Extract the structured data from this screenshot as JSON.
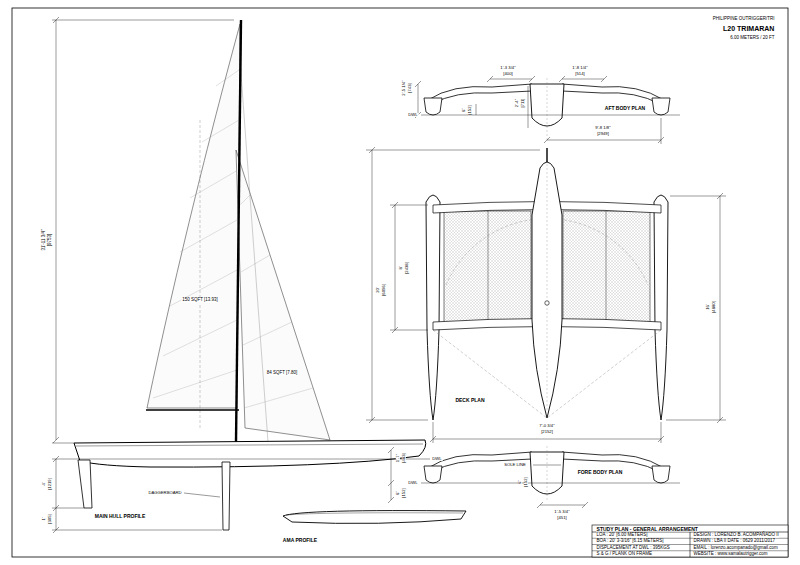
{
  "diagram": {
    "title": "L20 TRIMARAN",
    "labels": [
      "PHILIPPINE OUTRIGGER/TRI",
      "6.00 METERS / 20 FT",
      "AFT BODY PLAN",
      "1'-3 3/4\"",
      "[400]",
      "1'-8 1/4\"",
      "[514]",
      "9'-8 1/8\"",
      "[2949]",
      "2'-5 1/4\"",
      "[743]",
      "2'-4\"",
      "[711]",
      "6\"",
      "[152]",
      "DWL",
      "DECK PLAN",
      "20'",
      "[6096]",
      "8'",
      "[2438]",
      "16'",
      "[4880]",
      "7'-0 3/4\"",
      "[2152]",
      "FORE BODY PLAN",
      "SOLE LINE",
      "DWL",
      "1'-7\"",
      "[483]",
      "6\"",
      "[152]",
      "1'-5 3/4\"",
      "[451]",
      "6\"",
      "[152]",
      "31'-11 3/4\"",
      "[9753]",
      "150 SQFT [13.93]",
      "84 SQFT [7.80]",
      "DWL",
      "4'",
      "[1219]",
      "1'",
      "[305]",
      "DAGGERBOARD",
      "MAIN HULL PROFILE",
      "AMA PROFILE",
      "STUDY PLAN - GENERAL ARRANGEMENT",
      "LOA : 20' [6.00 METERS]",
      "BOA : 20' 3-3/16\" [6.15 METERS]",
      "DISPLACEMENT AT DWL : 395KGS",
      "S & G / PLANK ON FRAME",
      "DESIGN : LORENZO B. ACOMPAÑADO II",
      "DRAWN : LBA II DATE : 0629 2011/2017",
      "EMAIL : lorenzo.acompanado@gmail.com",
      "WEBSITE : www.samalautrigger.com"
    ]
  }
}
